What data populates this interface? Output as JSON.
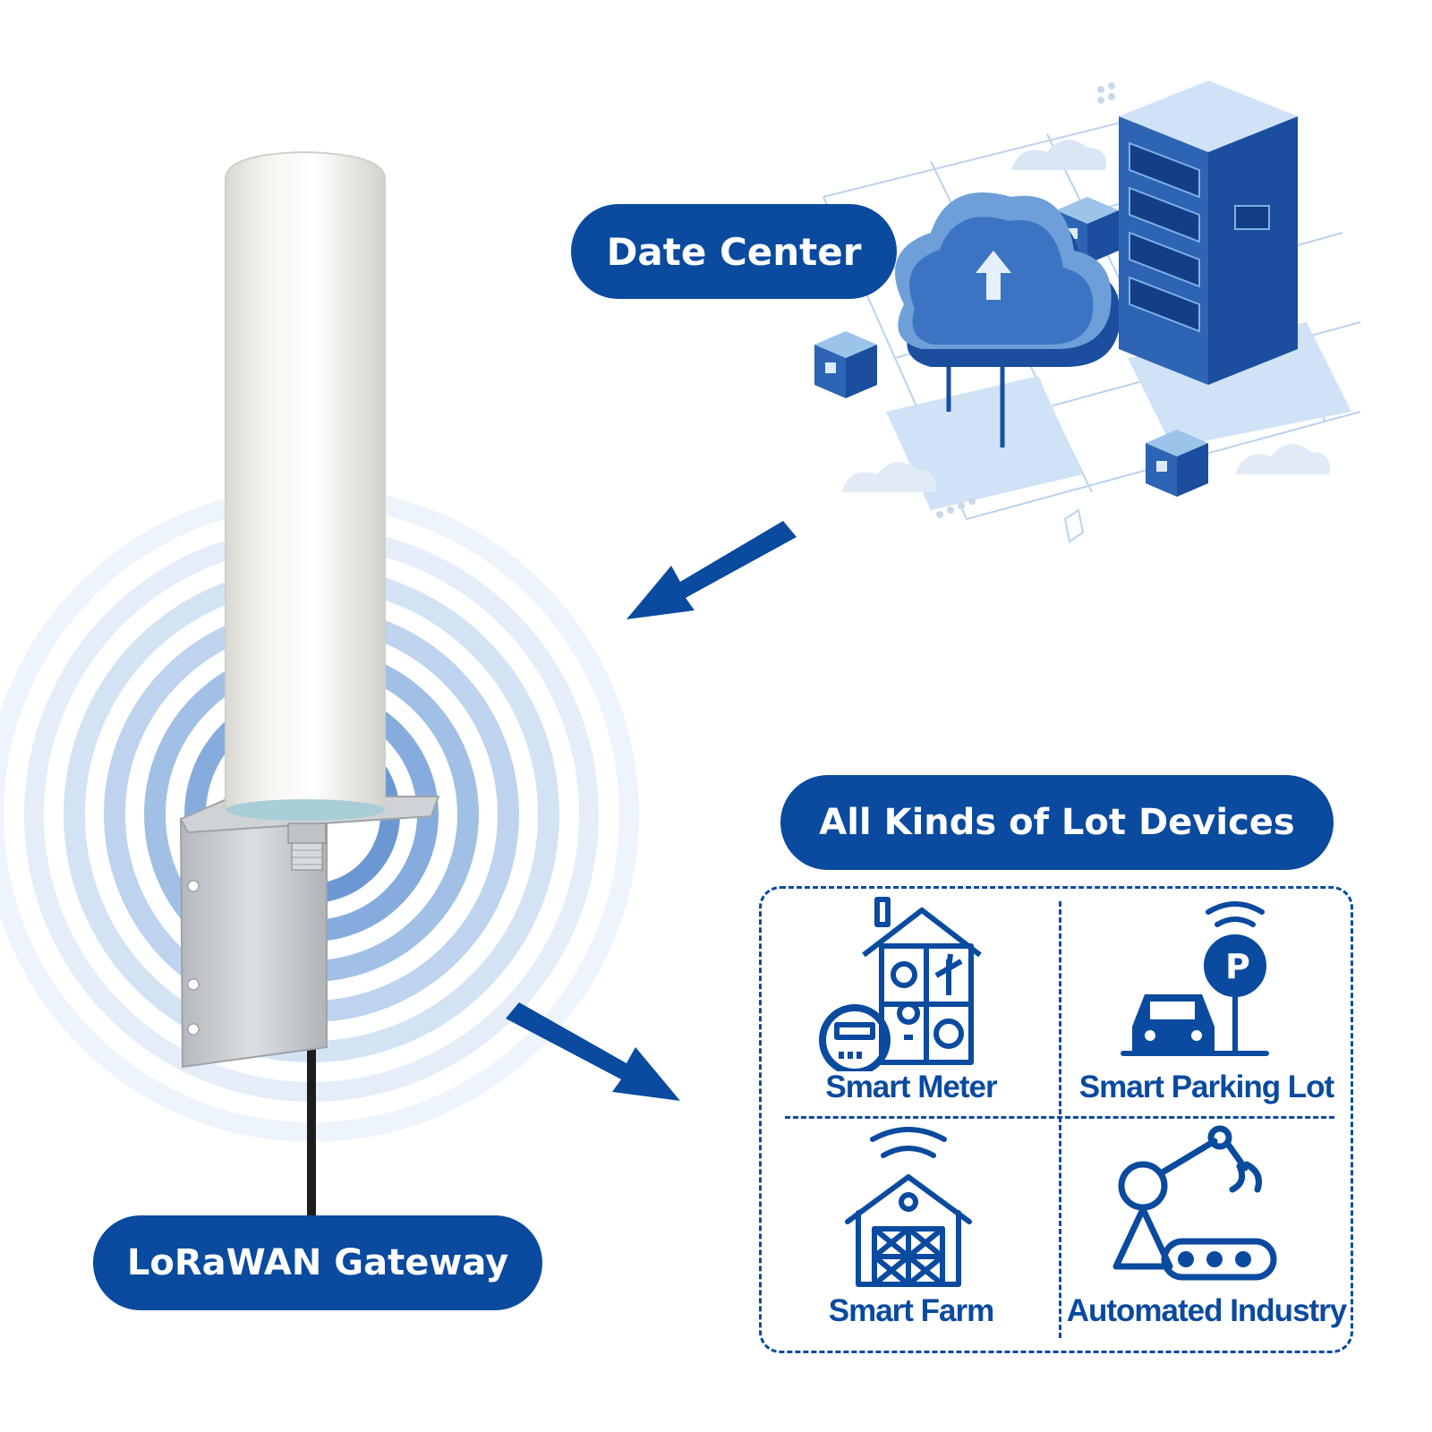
{
  "labels": {
    "data_center": "Date Center",
    "iot_devices": "All Kinds of Lot Devices",
    "gateway": "LoRaWAN Gateway"
  },
  "devices": [
    {
      "label": "Smart Meter",
      "icon": "smart-meter-icon"
    },
    {
      "label": "Smart Parking Lot",
      "icon": "parking-icon"
    },
    {
      "label": "Smart Farm",
      "icon": "farm-barn-icon"
    },
    {
      "label": "Automated Industry",
      "icon": "robot-arm-icon"
    }
  ],
  "colors": {
    "brand_blue": "#0a4a9f",
    "light_blue": "#9cc3ea",
    "antenna_white": "#f1f1ec",
    "bracket_silver": "#c6c9cc"
  }
}
